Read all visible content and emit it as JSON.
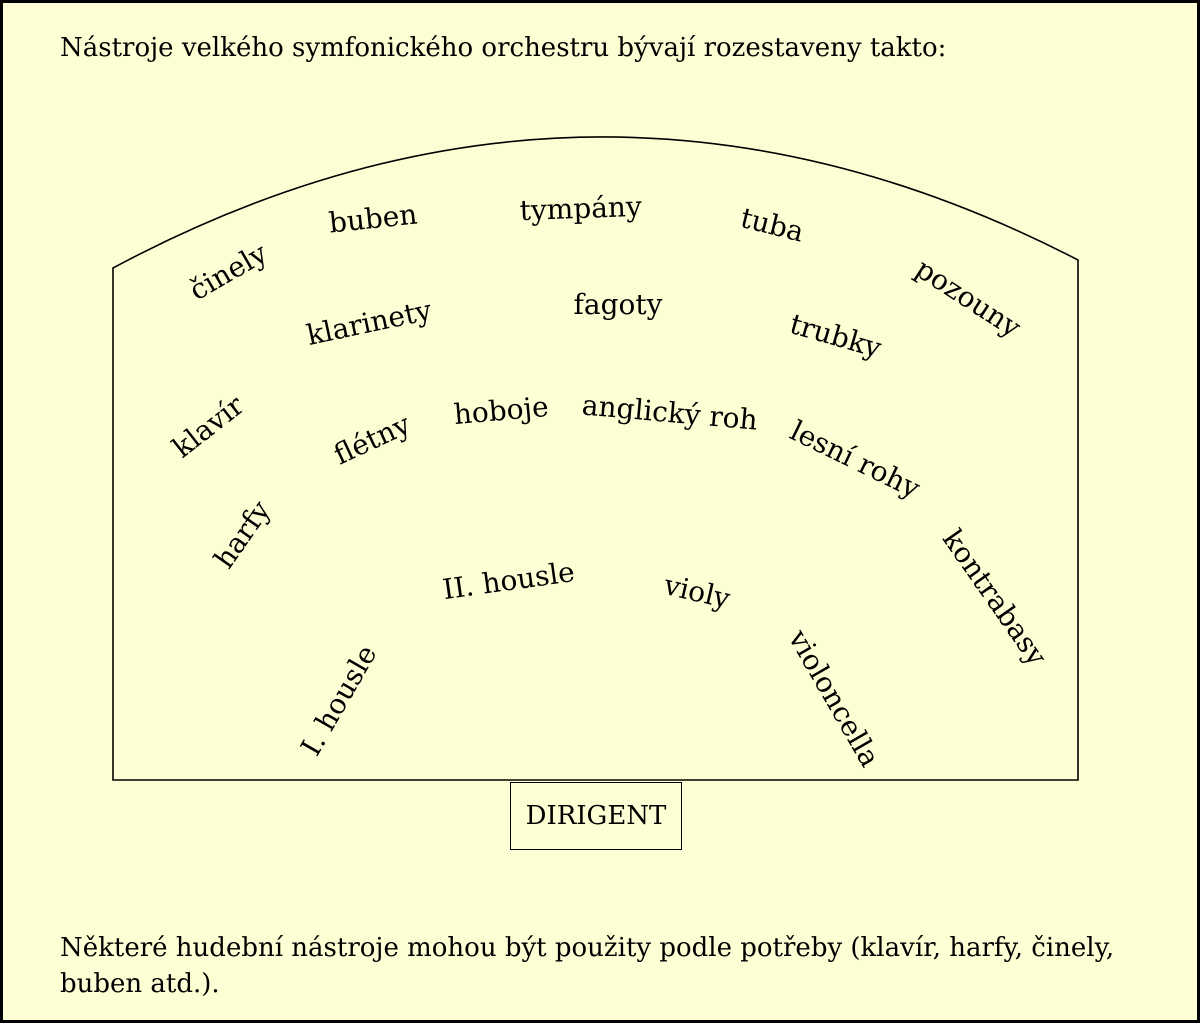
{
  "intro_text": "Nástroje velkého symfonického orchestru bývají rozestaveny takto:",
  "note_text": "Některé hudební nástroje mohou být použity podle potřeby (klavír, harfy, činely, buben atd.).",
  "conductor_label": "DIRIGENT",
  "instruments": {
    "cinely": "činely",
    "buben": "buben",
    "tympany": "tympány",
    "tuba": "tuba",
    "pozouny": "pozouny",
    "klarinety": "klarinety",
    "fagoty": "fagoty",
    "trubky": "trubky",
    "klavir": "klavír",
    "fletny": "flétny",
    "hoboje": "hoboje",
    "anglicky_roh": "anglický roh",
    "lesni_rohy": "lesní rohy",
    "harfy": "harfy",
    "kontrabasy": "kontrabasy",
    "ii_housle": "II. housle",
    "violy": "violy",
    "i_housle": "I. housle",
    "violoncella": "violoncella"
  },
  "colors": {
    "background": "#fefed5",
    "ink": "#000000"
  }
}
